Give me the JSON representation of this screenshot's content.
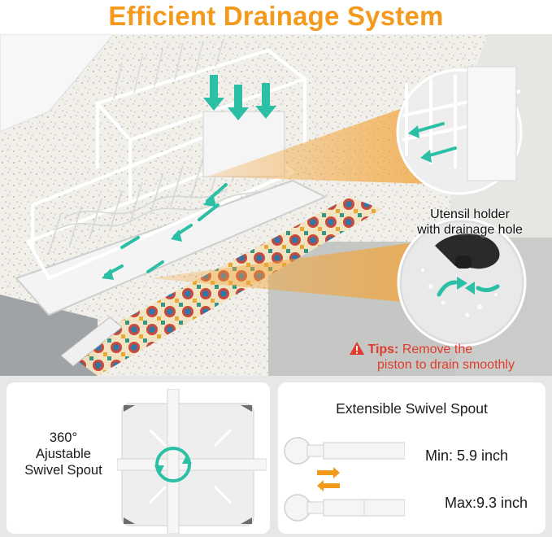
{
  "header": {
    "title": "Efficient Drainage System"
  },
  "photo": {
    "callout_utensil_line1": "Utensil holder",
    "callout_utensil_line2": "with drainage hole",
    "tips_label": "Tips:",
    "tips_text_line1": "Remove the",
    "tips_text_line2": "piston to drain smoothly"
  },
  "panel_left": {
    "caption_line1": "360°",
    "caption_line2": "Ajustable",
    "caption_line3": "Swivel Spout"
  },
  "panel_right": {
    "title": "Extensible Swivel Spout",
    "min_label": "Min: 5.9 inch",
    "max_label": "Max:9.3 inch"
  },
  "colors": {
    "title_orange": "#f39a1c",
    "arrow_teal": "#2bbfa6",
    "tips_red": "#e23b2e",
    "beam_orange": "#f2a43a"
  }
}
